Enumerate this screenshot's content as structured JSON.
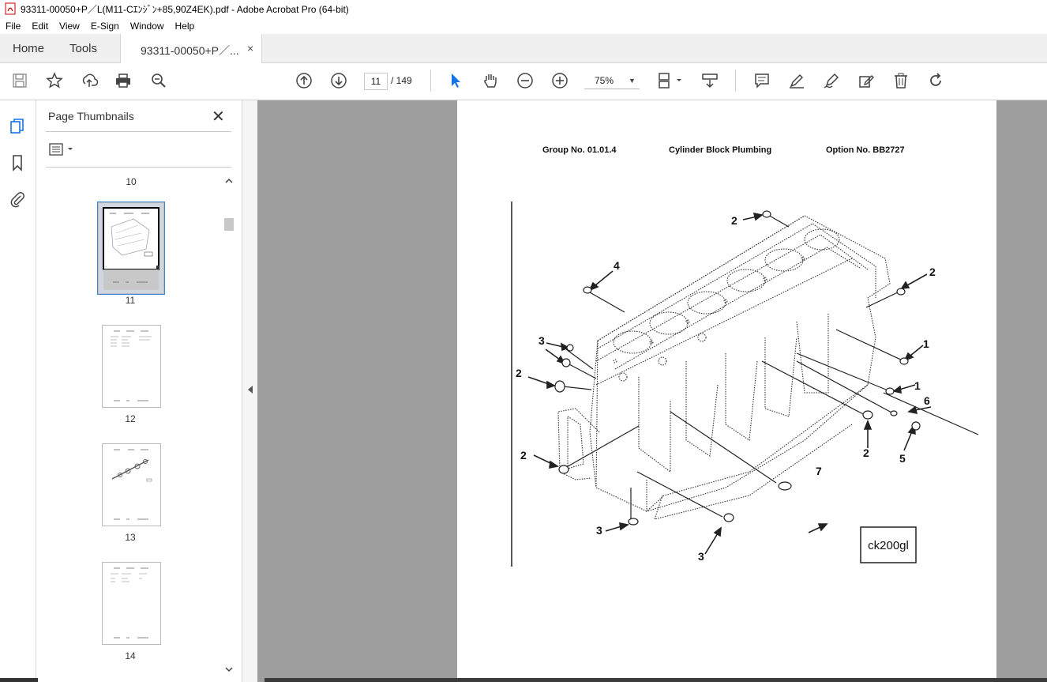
{
  "window": {
    "title": "93311-00050+P／L(M11-Cｴﾝｼﾞﾝ+85,90Z4EK).pdf - Adobe Acrobat Pro (64-bit)"
  },
  "menu": [
    "File",
    "Edit",
    "View",
    "E-Sign",
    "Window",
    "Help"
  ],
  "tabs": {
    "home": "Home",
    "tools": "Tools",
    "document": "93311-00050+P／...",
    "close": "×"
  },
  "toolbar": {
    "current_page": "11",
    "page_total": "/  149",
    "zoom": "75%"
  },
  "panel": {
    "title": "Page Thumbnails",
    "thumbnails": [
      {
        "label": "10"
      },
      {
        "label": "11",
        "selected": true
      },
      {
        "label": "12"
      },
      {
        "label": "13"
      },
      {
        "label": "14"
      }
    ]
  },
  "document": {
    "group": "Group No. 01.01.4",
    "heading": "Cylinder Block Plumbing",
    "option": "Option No. BB2727",
    "figure_code": "ck200gl",
    "callouts": [
      "2",
      "4",
      "2",
      "3",
      "2",
      "1",
      "1",
      "6",
      "2",
      "5",
      "2",
      "7",
      "3",
      "3"
    ]
  },
  "colors": {
    "accent": "#1473e6",
    "viewer_bg": "#9e9e9e",
    "selection": "#3b86d6"
  }
}
